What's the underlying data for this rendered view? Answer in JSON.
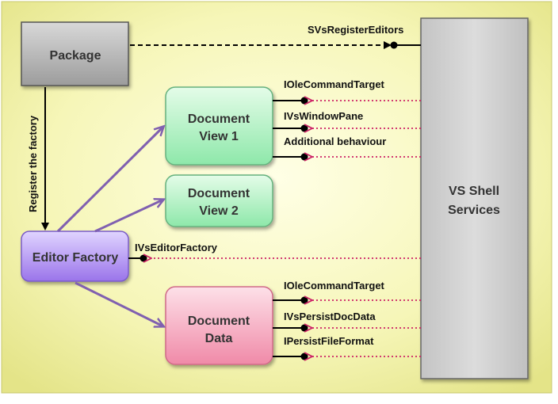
{
  "diagram": {
    "package": {
      "label": "Package"
    },
    "vs_shell": {
      "line1": "VS Shell",
      "line2": "Services"
    },
    "document_view_1": {
      "line1": "Document",
      "line2": "View 1"
    },
    "document_view_2": {
      "line1": "Document",
      "line2": "View 2"
    },
    "editor_factory": {
      "label": "Editor Factory"
    },
    "document_data": {
      "line1": "Document",
      "line2": "Data"
    },
    "register_factory_label": "Register the factory",
    "interfaces": {
      "svs_register_editors": "SVsRegisterEditors",
      "view1_ole_command_target": "IOleCommandTarget",
      "view1_ivs_window_pane": "IVsWindowPane",
      "view1_additional_behaviour": "Additional behaviour",
      "ivs_editor_factory": "IVsEditorFactory",
      "data_ole_command_target": "IOleCommandTarget",
      "data_ivs_persist_doc_data": "IVsPersistDocData",
      "data_ipersist_file_format": "IPersistFileFormat"
    }
  },
  "colors": {
    "background_center": "#ffffe0",
    "background_edge": "#e8e890",
    "package_fill": "#b8b8b8",
    "shell_fill": "#cfcfcf",
    "view_fill": "#a8f0c0",
    "factory_fill": "#b090f0",
    "data_fill": "#f4a0b8",
    "arrow_purple": "#8060b0",
    "arrow_dotted": "#cc2266",
    "line_black": "#000000"
  }
}
